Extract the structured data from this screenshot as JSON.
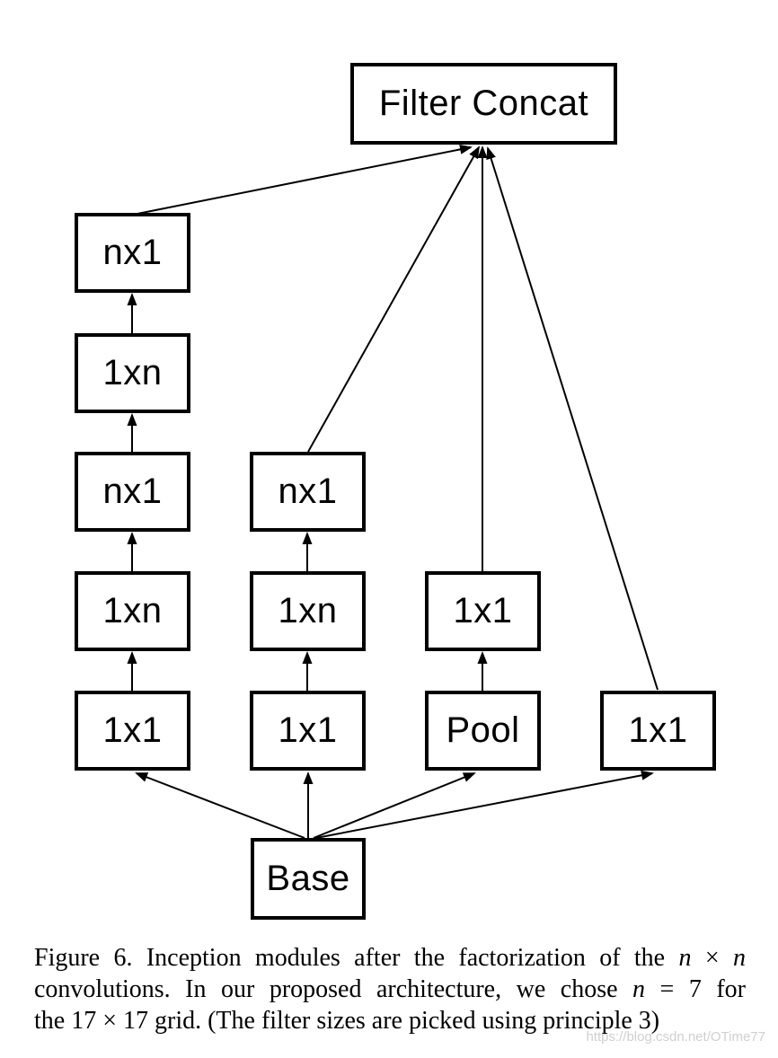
{
  "figure": {
    "kind": "inception-module-diagram",
    "nodes": {
      "filter_concat": "Filter Concat",
      "branch1": [
        "nx1",
        "1xn",
        "nx1",
        "1xn",
        "1x1"
      ],
      "branch2": [
        "nx1",
        "1xn",
        "1x1"
      ],
      "branch3": [
        "1x1",
        "Pool"
      ],
      "branch4": [
        "1x1"
      ],
      "base": "Base"
    },
    "edges": [
      {
        "from": "base",
        "to": "branch1.1x1"
      },
      {
        "from": "base",
        "to": "branch2.1x1"
      },
      {
        "from": "base",
        "to": "branch3.Pool"
      },
      {
        "from": "base",
        "to": "branch4.1x1"
      },
      {
        "from": "branch1.1x1",
        "to": "branch1.1xn.lower"
      },
      {
        "from": "branch1.1xn.lower",
        "to": "branch1.nx1.lower"
      },
      {
        "from": "branch1.nx1.lower",
        "to": "branch1.1xn.upper"
      },
      {
        "from": "branch1.1xn.upper",
        "to": "branch1.nx1.upper"
      },
      {
        "from": "branch1.nx1.upper",
        "to": "filter_concat"
      },
      {
        "from": "branch2.1x1",
        "to": "branch2.1xn"
      },
      {
        "from": "branch2.1xn",
        "to": "branch2.nx1"
      },
      {
        "from": "branch2.nx1",
        "to": "filter_concat"
      },
      {
        "from": "branch3.Pool",
        "to": "branch3.1x1"
      },
      {
        "from": "branch3.1x1",
        "to": "filter_concat"
      },
      {
        "from": "branch4.1x1",
        "to": "filter_concat"
      }
    ]
  },
  "caption": {
    "line1": {
      "pre": "Figure 6. Inception modules after the factorization of the ",
      "n1": "n",
      "times": " × ",
      "n2": "n"
    },
    "line2": {
      "pre": "convolutions.  In our proposed architecture, we chose ",
      "n1": "n",
      "post": " = 7 for"
    },
    "line3": "the 17 × 17 grid. (The filter sizes are picked using principle 3)"
  },
  "watermark": {
    "text": "https://blog.csdn.net/OTime77"
  },
  "colors": {
    "ink": "#000000",
    "background": "#ffffff",
    "watermark": "#cfcfcf"
  }
}
